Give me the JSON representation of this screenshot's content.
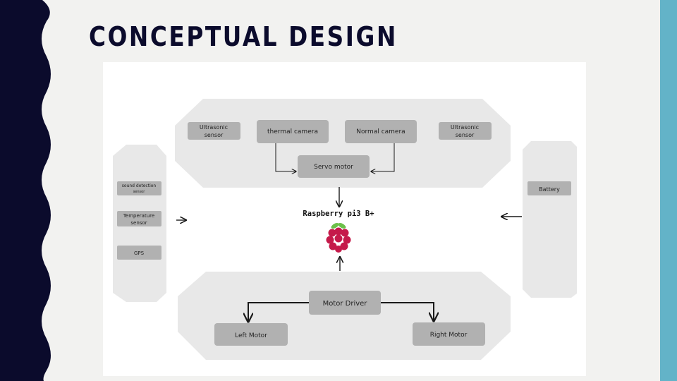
{
  "slide": {
    "title": "CONCEPTUAL DESIGN"
  },
  "colors": {
    "dark_band": "#0b0b2c",
    "accent_band": "#63b3c8",
    "panel": "#e8e8e8",
    "box": "#b1b1b1",
    "arrow": "#1a1a1a",
    "raspberry_red": "#c51a4a",
    "raspberry_leaf": "#6cc04a"
  },
  "diagram": {
    "top_panel": {
      "ultrasonic_left": [
        "Ultrasonic",
        "sensor"
      ],
      "thermal_camera": "thermal camera",
      "normal_camera": "Normal camera",
      "ultrasonic_right": [
        "Ultrasonic",
        "sensor"
      ],
      "servo_motor": "Servo motor"
    },
    "left_panel": {
      "sound_sensor": [
        "sound detection",
        "sensor"
      ],
      "temperature_sensor": [
        "Temperature",
        "sensor"
      ],
      "gps": "GPS"
    },
    "right_panel": {
      "battery": "Battery"
    },
    "center": {
      "board": "Raspberry pi3 B+",
      "logo_icon": "raspberry-pi-logo"
    },
    "bottom_panel": {
      "motor_driver": "Motor Driver",
      "left_motor": "Left Motor",
      "right_motor": "Right Motor"
    }
  }
}
